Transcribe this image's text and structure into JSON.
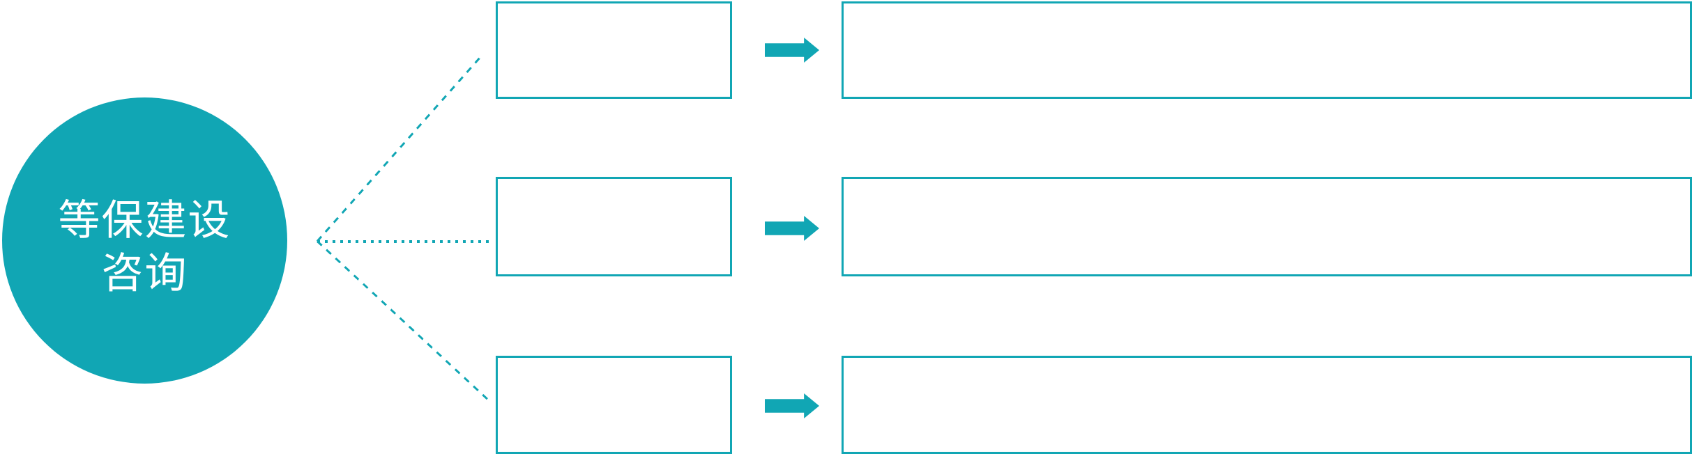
{
  "palette": {
    "accent_teal": "#11A6B4",
    "background": "#FFFFFF",
    "hub_text": "#FFFFFF"
  },
  "hub": {
    "label_lines": [
      "等保建设",
      "咨询"
    ]
  },
  "branches": [
    {
      "step_label": "",
      "detail_label": ""
    },
    {
      "step_label": "",
      "detail_label": ""
    },
    {
      "step_label": "",
      "detail_label": ""
    }
  ],
  "icons": {
    "arrow": "right-arrow-icon",
    "connector": "dotted-connector-line"
  }
}
